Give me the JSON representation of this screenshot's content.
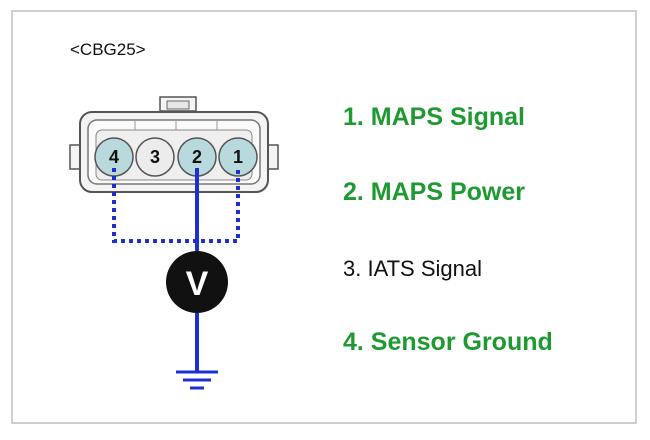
{
  "connector": {
    "id": "<CBG25>"
  },
  "pins": [
    {
      "label": "4",
      "highlighted": true
    },
    {
      "label": "3",
      "highlighted": false
    },
    {
      "label": "2",
      "highlighted": true
    },
    {
      "label": "1",
      "highlighted": true
    }
  ],
  "meter": {
    "label": "V"
  },
  "legend": [
    {
      "text": "1. MAPS Signal",
      "color": "#1f9a32"
    },
    {
      "text": "2. MAPS Power",
      "color": "#1f9a32"
    },
    {
      "text": "3. IATS Signal",
      "color": "#111111"
    },
    {
      "text": "4. Sensor Ground",
      "color": "#1f9a32"
    }
  ],
  "colors": {
    "probe_wire": "#1d2fcf",
    "pin_highlight": "#b8dadd",
    "pin_normal": "#ececec",
    "connector_body": "#f2f2f2",
    "connector_outline": "#555555"
  }
}
